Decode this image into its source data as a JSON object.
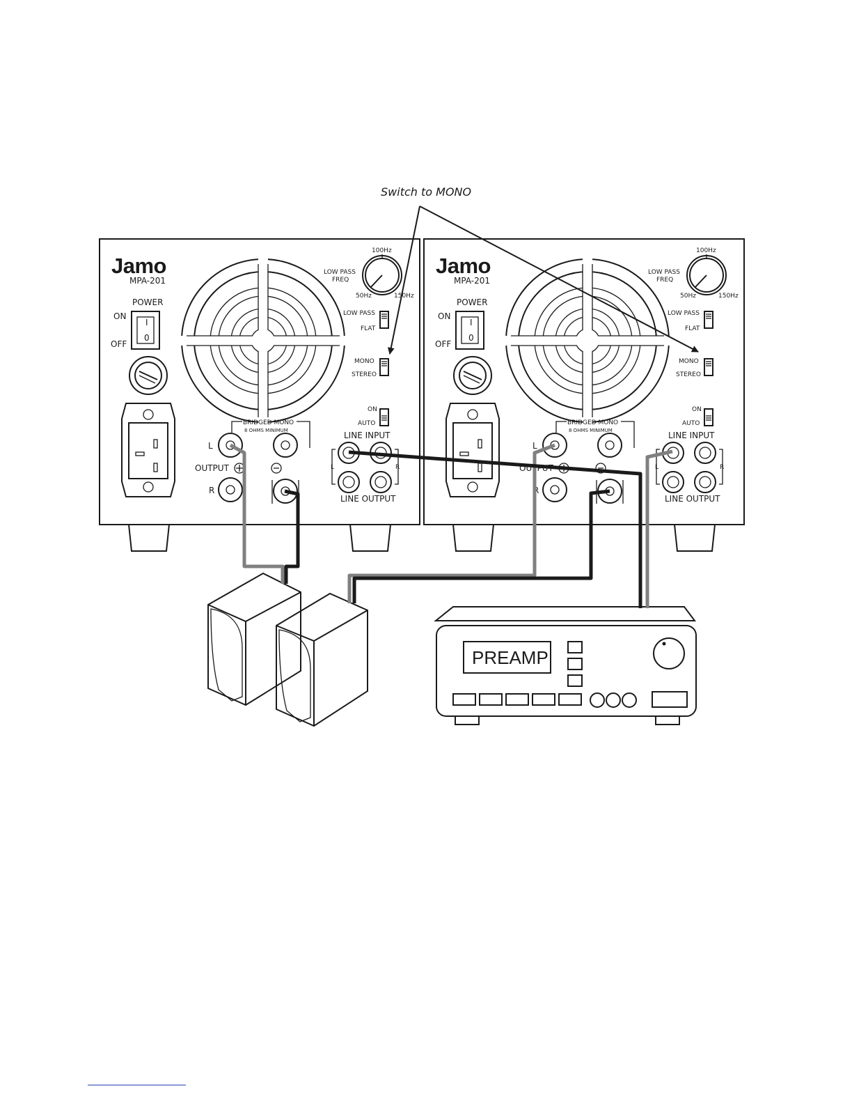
{
  "callout": {
    "text": "Switch to MONO"
  },
  "amplifier": {
    "brand": "Jamo",
    "model": "MPA-201",
    "power": {
      "label": "POWER",
      "on": "ON",
      "off": "OFF",
      "symbol_on": "I",
      "symbol_off": "0"
    },
    "lowpass_freq": {
      "label_line1": "LOW PASS",
      "label_line2": "FREQ",
      "min": "50Hz",
      "mid": "100Hz",
      "max": "150Hz"
    },
    "filter_switch": {
      "top": "LOW PASS",
      "bottom": "FLAT"
    },
    "mode_switch": {
      "top": "MONO",
      "bottom": "STEREO"
    },
    "auto_switch": {
      "top": "ON",
      "bottom": "AUTO"
    },
    "bridged": {
      "title": "BRIDGED MONO",
      "subtitle": "8 OHMS MINIMUM"
    },
    "output": {
      "label": "OUTPUT",
      "left": "L",
      "right": "R"
    },
    "line_input": {
      "label": "LINE INPUT",
      "left": "L",
      "right": "R"
    },
    "line_output": {
      "label": "LINE OUTPUT"
    }
  },
  "preamp": {
    "label": "PREAMP"
  },
  "colors": {
    "line": "#1a1a1a",
    "cable_positive": "#808080",
    "cable_negative": "#1a1a1a",
    "background": "#ffffff"
  }
}
